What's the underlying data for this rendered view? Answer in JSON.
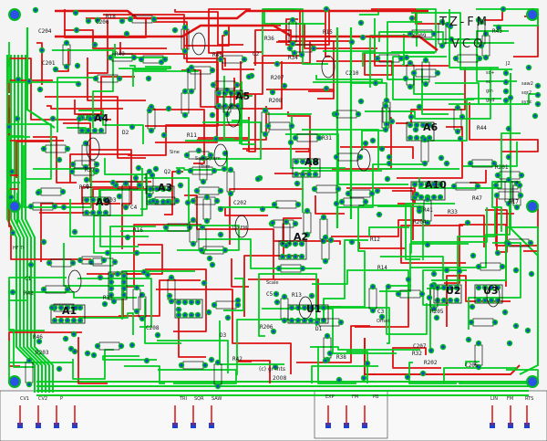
{
  "board": {
    "title_line1": "TZ-FM",
    "title_line2": "VCO",
    "copyright_line1": "(c) gr ints",
    "copyright_line2": "2008"
  },
  "ics": {
    "a1": "A1",
    "a2": "A2",
    "a3": "A3",
    "a4": "A4",
    "a5": "A5",
    "a6": "A6",
    "a8": "A8",
    "a9": "A9",
    "a10": "A10",
    "u1": "U1",
    "u2": "U2",
    "u3": "U3"
  },
  "connectors": {
    "right_top": [
      "sc+",
      "sc-",
      "gin",
      "gnd"
    ],
    "right_top_title": "J2",
    "right_side": [
      "saw2",
      "sqr2",
      "sync"
    ],
    "bottom_left": [
      "CV1",
      "CV2",
      "P"
    ],
    "bottom_mid_left": [
      "TRI",
      "SQR",
      "SAW"
    ],
    "bottom_mid": [
      "EXP",
      "FM",
      "PB"
    ],
    "bottom_right": [
      "LIN",
      "FM",
      "RTS"
    ]
  },
  "misc_labels": {
    "sym_adj": "Saw Symm",
    "trim": "Trim",
    "sine_lbl": "Sine",
    "hf_track": "HF Tr",
    "lin_fm": "Lin FM",
    "scale": "Scale",
    "offset": "Offset"
  },
  "parts": [
    "R201",
    "R202",
    "R203",
    "R204",
    "R205",
    "R206",
    "R207",
    "R208",
    "C201",
    "C202",
    "C203",
    "C204",
    "C205",
    "C206",
    "C207",
    "C208",
    "C209",
    "C210",
    "R41",
    "R42",
    "R43",
    "R44",
    "R45",
    "R46",
    "R47",
    "R48",
    "R49",
    "R50",
    "R31",
    "R32",
    "R33",
    "R34",
    "R35",
    "R36",
    "R37",
    "R38",
    "R11",
    "R12",
    "R13",
    "R14",
    "R15",
    "R16",
    "R17",
    "R18",
    "C1",
    "C2",
    "C3",
    "C4",
    "C5",
    "D1",
    "D2",
    "D3",
    "Q1",
    "Q2"
  ],
  "colors": {
    "board": "#f4f4f4",
    "top_trace": "#00cc22",
    "bottom_trace": "#dd1111",
    "pad": "#1c3fd6",
    "pad_ring": "#00bb22",
    "mounting_hole": "#2a52e6",
    "silk": "#111111",
    "connector_bg": "#f8f8f8"
  }
}
